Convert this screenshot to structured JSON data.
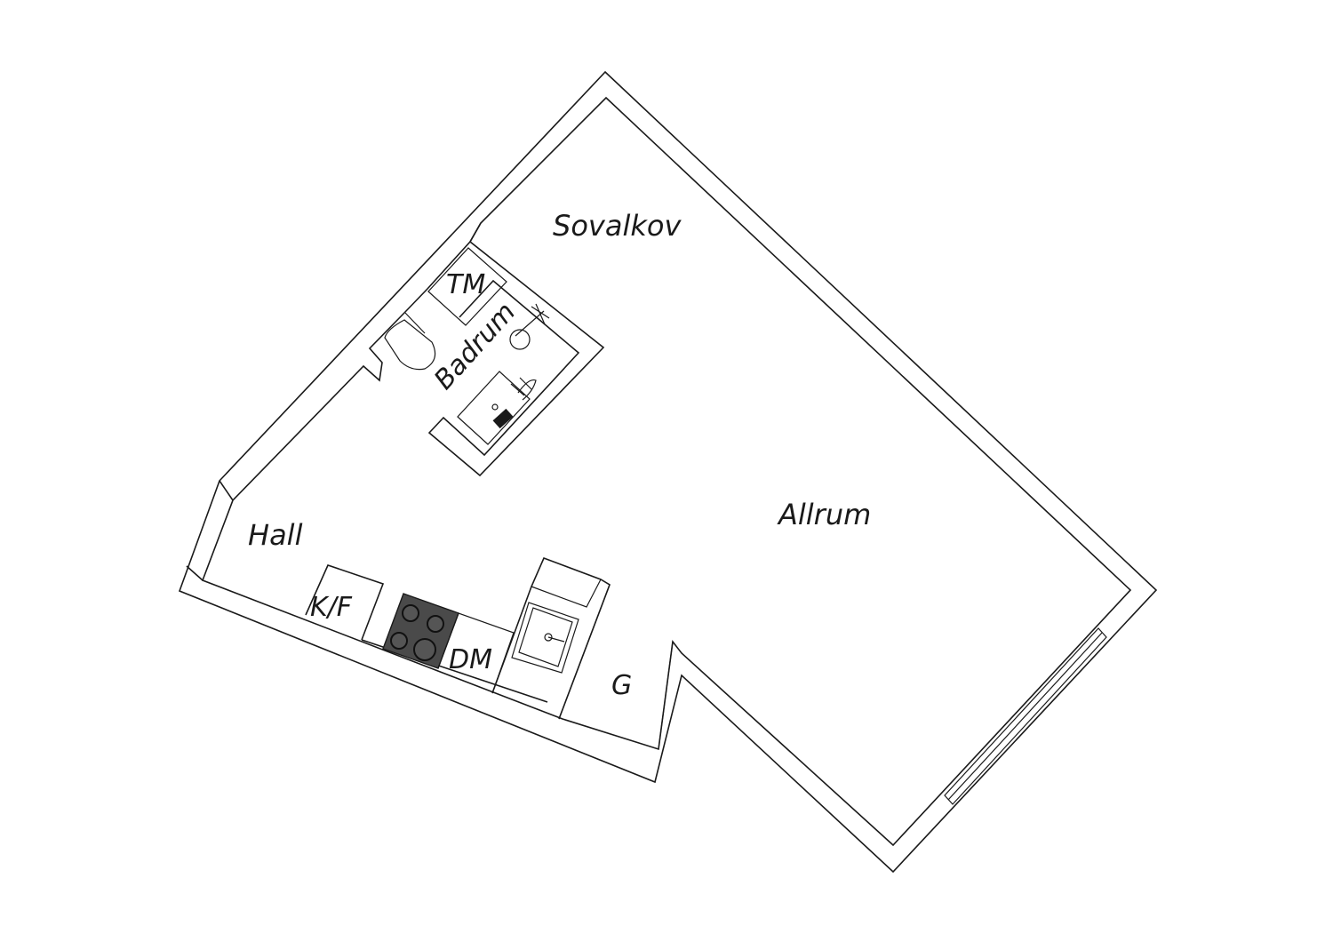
{
  "rooms": {
    "sovalkov": "Sovalkov",
    "badrum": "Badrum",
    "tm": "TM",
    "hall": "Hall",
    "allrum": "Allrum",
    "kf": "K/F",
    "dm": "DM",
    "g": "G"
  },
  "colors": {
    "line": "#1a1a1a",
    "background": "#ffffff",
    "stove": "#4a4a4a"
  }
}
